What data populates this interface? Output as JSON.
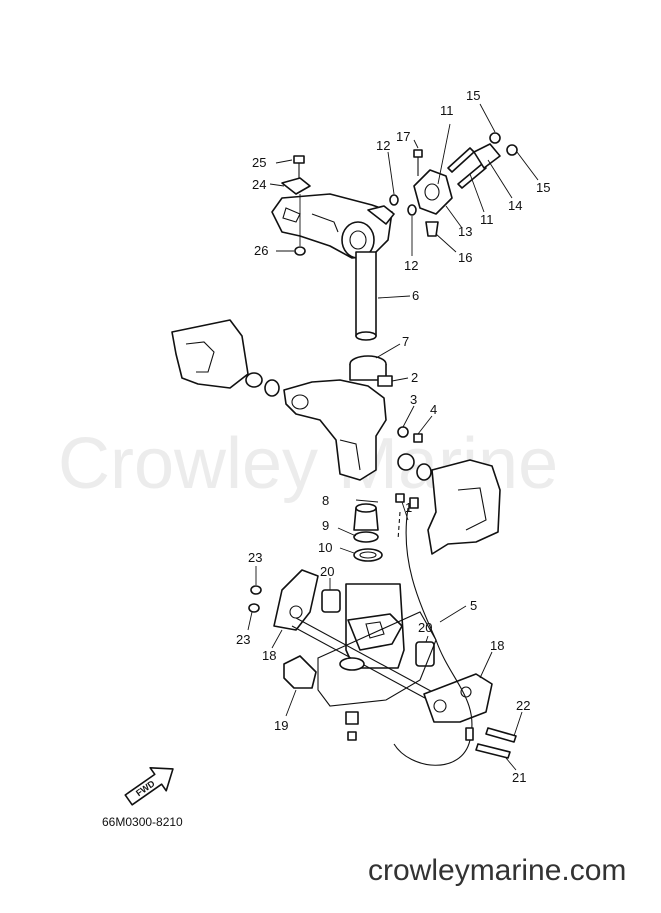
{
  "diagram": {
    "watermark": "Crowley Marine",
    "drawing_code": "66M0300-8210",
    "site_text": "crowleymarine.com",
    "direction_label": "FWD",
    "callouts": [
      {
        "id": "c1",
        "text": "1"
      },
      {
        "id": "c2",
        "text": "2"
      },
      {
        "id": "c3",
        "text": "3"
      },
      {
        "id": "c4",
        "text": "4"
      },
      {
        "id": "c5",
        "text": "5"
      },
      {
        "id": "c6",
        "text": "6"
      },
      {
        "id": "c7",
        "text": "7"
      },
      {
        "id": "c8",
        "text": "8"
      },
      {
        "id": "c9",
        "text": "9"
      },
      {
        "id": "c10",
        "text": "10"
      },
      {
        "id": "c11a",
        "text": "11"
      },
      {
        "id": "c11b",
        "text": "11"
      },
      {
        "id": "c12a",
        "text": "12"
      },
      {
        "id": "c12b",
        "text": "12"
      },
      {
        "id": "c13",
        "text": "13"
      },
      {
        "id": "c14",
        "text": "14"
      },
      {
        "id": "c15a",
        "text": "15"
      },
      {
        "id": "c15b",
        "text": "15"
      },
      {
        "id": "c16",
        "text": "16"
      },
      {
        "id": "c17",
        "text": "17"
      },
      {
        "id": "c18a",
        "text": "18"
      },
      {
        "id": "c18b",
        "text": "18"
      },
      {
        "id": "c19",
        "text": "19"
      },
      {
        "id": "c20a",
        "text": "20"
      },
      {
        "id": "c20b",
        "text": "20"
      },
      {
        "id": "c21",
        "text": "21"
      },
      {
        "id": "c22",
        "text": "22"
      },
      {
        "id": "c23a",
        "text": "23"
      },
      {
        "id": "c23b",
        "text": "23"
      },
      {
        "id": "c24",
        "text": "24"
      },
      {
        "id": "c25",
        "text": "25"
      },
      {
        "id": "c26",
        "text": "26"
      }
    ]
  }
}
